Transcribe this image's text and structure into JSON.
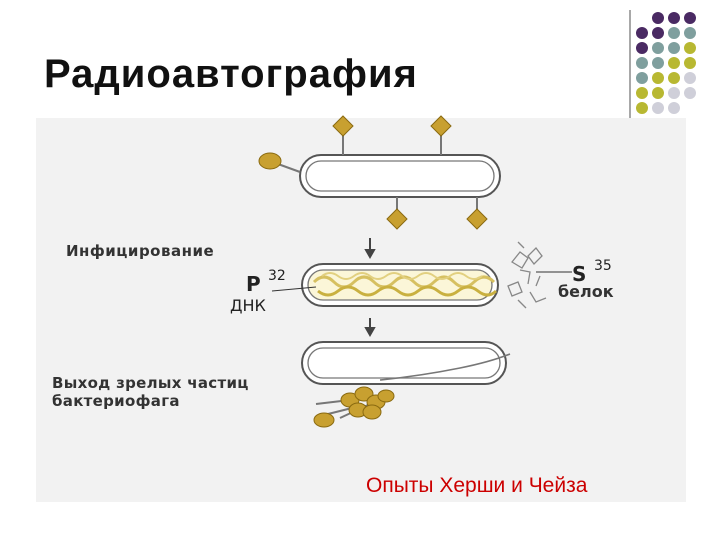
{
  "slide": {
    "title": "Радиоавтография",
    "caption": "Опыты Херши и Чейза"
  },
  "labels": {
    "infection": "Инфицирование",
    "exit_line1": "Выход зрелых частиц",
    "exit_line2": "бактериофага",
    "phosphorus_symbol": "P",
    "phosphorus_isotope": "32",
    "dna": "ДНК",
    "sulfur_symbol": "S",
    "sulfur_isotope": "35",
    "protein": "белок"
  },
  "colors": {
    "dot_purple": "#4a2a63",
    "dot_teal": "#7f9f9e",
    "dot_olive": "#b8b832",
    "dot_grey": "#cfcfd9",
    "phage": "#c8a030",
    "caption": "#cc0000"
  }
}
